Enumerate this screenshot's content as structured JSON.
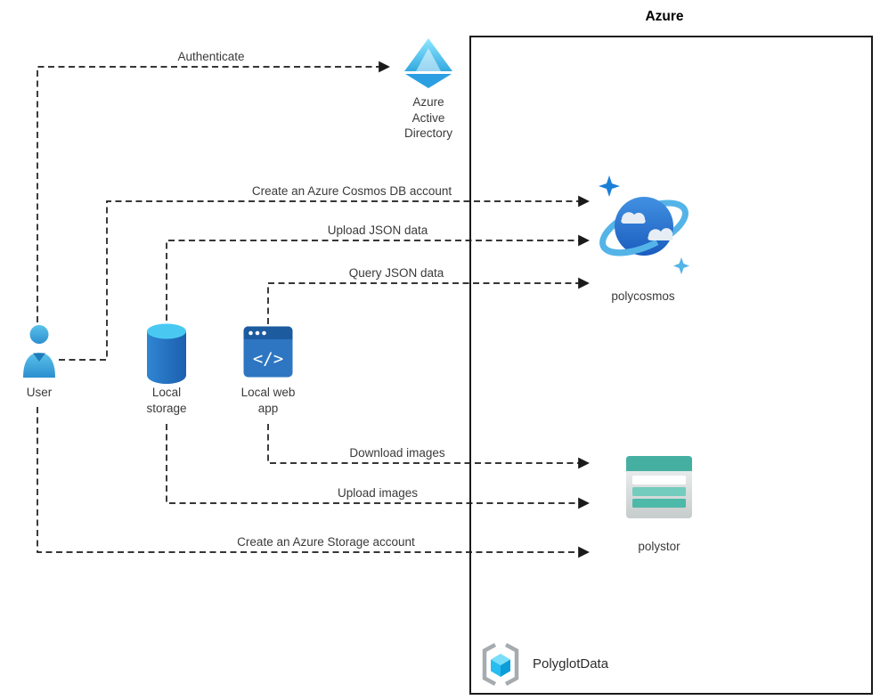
{
  "title": "Azure",
  "nodes": {
    "user": {
      "label": "User"
    },
    "local_storage": {
      "label": "Local storage"
    },
    "local_web_app": {
      "label": "Local web app",
      "glyph": "</>"
    },
    "azure_active_directory": {
      "label": "Azure Active Directory"
    },
    "polycosmos": {
      "label": "polycosmos"
    },
    "polystor": {
      "label": "polystor"
    },
    "polyglot_data": {
      "label": "PolyglotData"
    }
  },
  "connections": [
    {
      "from": "User",
      "to": "Azure Active Directory",
      "label": "Authenticate"
    },
    {
      "from": "User",
      "to": "polycosmos",
      "label": "Create an Azure Cosmos DB account"
    },
    {
      "from": "Local storage",
      "to": "polycosmos",
      "label": "Upload JSON data"
    },
    {
      "from": "Local web app",
      "to": "polycosmos",
      "label": "Query JSON data"
    },
    {
      "from": "Local web app",
      "to": "polystor",
      "label": "Download images"
    },
    {
      "from": "Local storage",
      "to": "polystor",
      "label": "Upload images"
    },
    {
      "from": "User",
      "to": "polystor",
      "label": "Create an Azure Storage account"
    }
  ],
  "colors": {
    "arrow": "#1a1a1a",
    "boundary": "#1a1a1a",
    "user_blue": "#3fa9dc",
    "storage_cylinder_blue": "#2472c4",
    "cylinder_top_cyan": "#49c9f2",
    "webapp_blue": "#2e76c2",
    "aad_cyan": "#57c8f2",
    "cosmos_planet_blue": "#2e78d2",
    "cosmos_ring_blue": "#54b4e8",
    "polystor_teal": "#45b0a2",
    "cube_cyan": "#28bdf0",
    "bracket_gray": "#a6abaf"
  }
}
